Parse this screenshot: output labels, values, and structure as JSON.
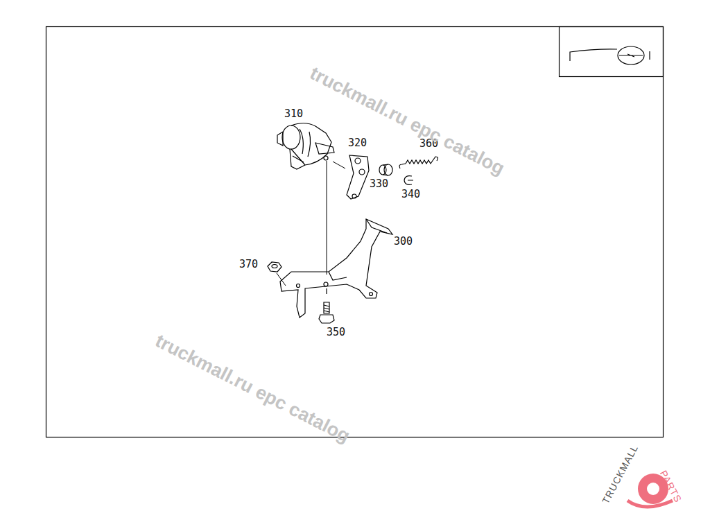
{
  "diagram": {
    "labels": [
      "310",
      "320",
      "360",
      "330",
      "340",
      "300",
      "370",
      "350",
      "truckmall.ru epc catalog",
      "truckmall.ru epc catalog",
      "TRUCKMALL",
      "PARTS"
    ]
  }
}
